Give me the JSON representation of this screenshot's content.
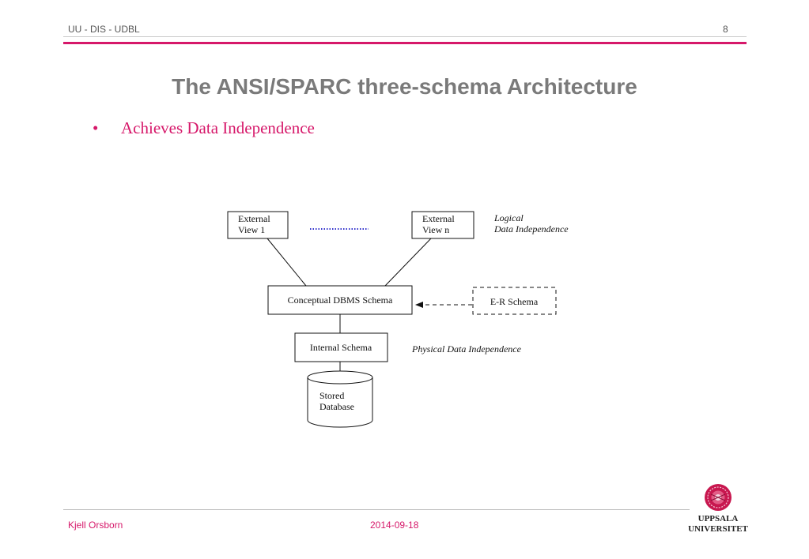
{
  "header": {
    "left": "UU - DIS - UDBL",
    "page_number": "8"
  },
  "title": "The ANSI/SPARC three-schema Architecture",
  "bullets": [
    "Achieves Data Independence"
  ],
  "diagram": {
    "external_view_1": [
      "External",
      "View 1"
    ],
    "external_view_n": [
      "External",
      "View n"
    ],
    "conceptual": "Conceptual DBMS Schema",
    "er_schema": "E-R Schema",
    "internal": "Internal Schema",
    "stored_db": [
      "Stored",
      "Database"
    ],
    "logical_note": [
      "Logical",
      "Data Independence"
    ],
    "physical_note": "Physical Data Independence"
  },
  "footer": {
    "author": "Kjell Orsborn",
    "date": "2014-09-18"
  },
  "logo": {
    "line1": "UPPSALA",
    "line2": "UNIVERSITET"
  },
  "colors": {
    "accent": "#d6186a",
    "title": "#7a7a7a",
    "dotted": "#3333cc"
  }
}
